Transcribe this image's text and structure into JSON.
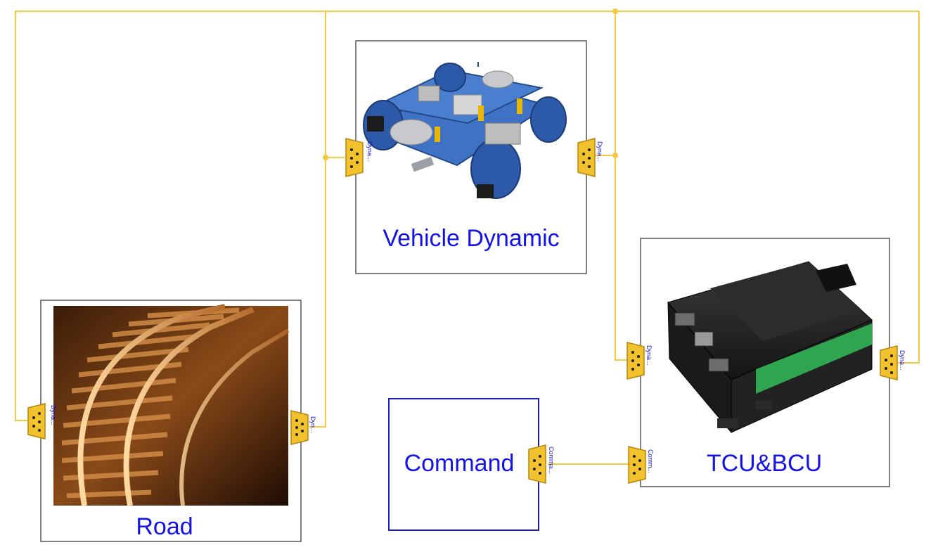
{
  "colors": {
    "wire": "#f5c842",
    "connector_fill": "#f2c12e",
    "connector_stroke": "#b8860b",
    "label": "#1414e6",
    "block_border": "#555555",
    "command_border": "#1a1acc"
  },
  "blocks": {
    "vehicle": {
      "label": "Vehicle Dynamic",
      "image": "bogie-image"
    },
    "road": {
      "label": "Road",
      "image": "railway-track-image"
    },
    "tcu": {
      "label": "TCU&BCU",
      "image": "plc-controller-image"
    },
    "command": {
      "label": "Command"
    }
  },
  "ports": {
    "vehicle_left": "Dyna...",
    "vehicle_right": "Dyna...",
    "road_left": "Dyna...",
    "road_right": "Dyn...",
    "tcu_left": "Dyna...",
    "tcu_right": "Dyna...",
    "tcu_comm": "Comm...",
    "command_out": "Comma..."
  }
}
